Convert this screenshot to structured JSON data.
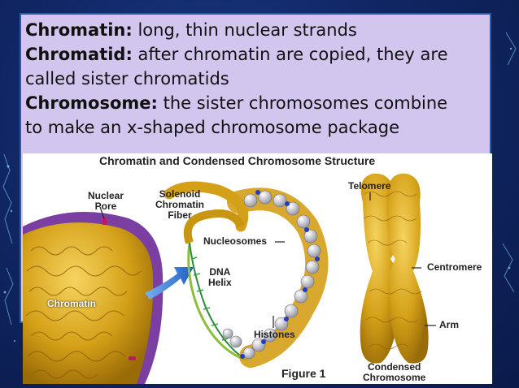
{
  "definitions": [
    {
      "term": "Chromatin:",
      "text": " long, thin nuclear strands"
    },
    {
      "term": "Chromatid:",
      "text": " after chromatin are copied, they are"
    },
    {
      "term": "",
      "text": "called sister chromatids"
    },
    {
      "term": "Chromosome:",
      "text": " the sister chromosomes combine"
    },
    {
      "term": "",
      "text": "to make an x-shaped chromosome package"
    }
  ],
  "figure": {
    "title": "Chromatin and Condensed Chromosome Structure",
    "caption": "Figure 1",
    "labels": {
      "nuclear_pore": "Nuclear\nPore",
      "solenoid": "Solenoid\nChromatin\nFiber",
      "nucleosomes": "Nucleosomes",
      "dna_helix": "DNA\nHelix",
      "histones": "Histones",
      "chromatin": "Chromatin",
      "telomere": "Telomere",
      "centromere": "Centromere",
      "arm": "Arm",
      "condensed": "Condensed\nChromosome"
    }
  },
  "colors": {
    "background": "#112766",
    "text_box": "#d3c6ee",
    "chromatin_gold": "#d4a017",
    "nucleus_purple": "#7a3fa0",
    "arrow_blue": "#2a74d8",
    "histone_blue": "#1f3fbf"
  }
}
